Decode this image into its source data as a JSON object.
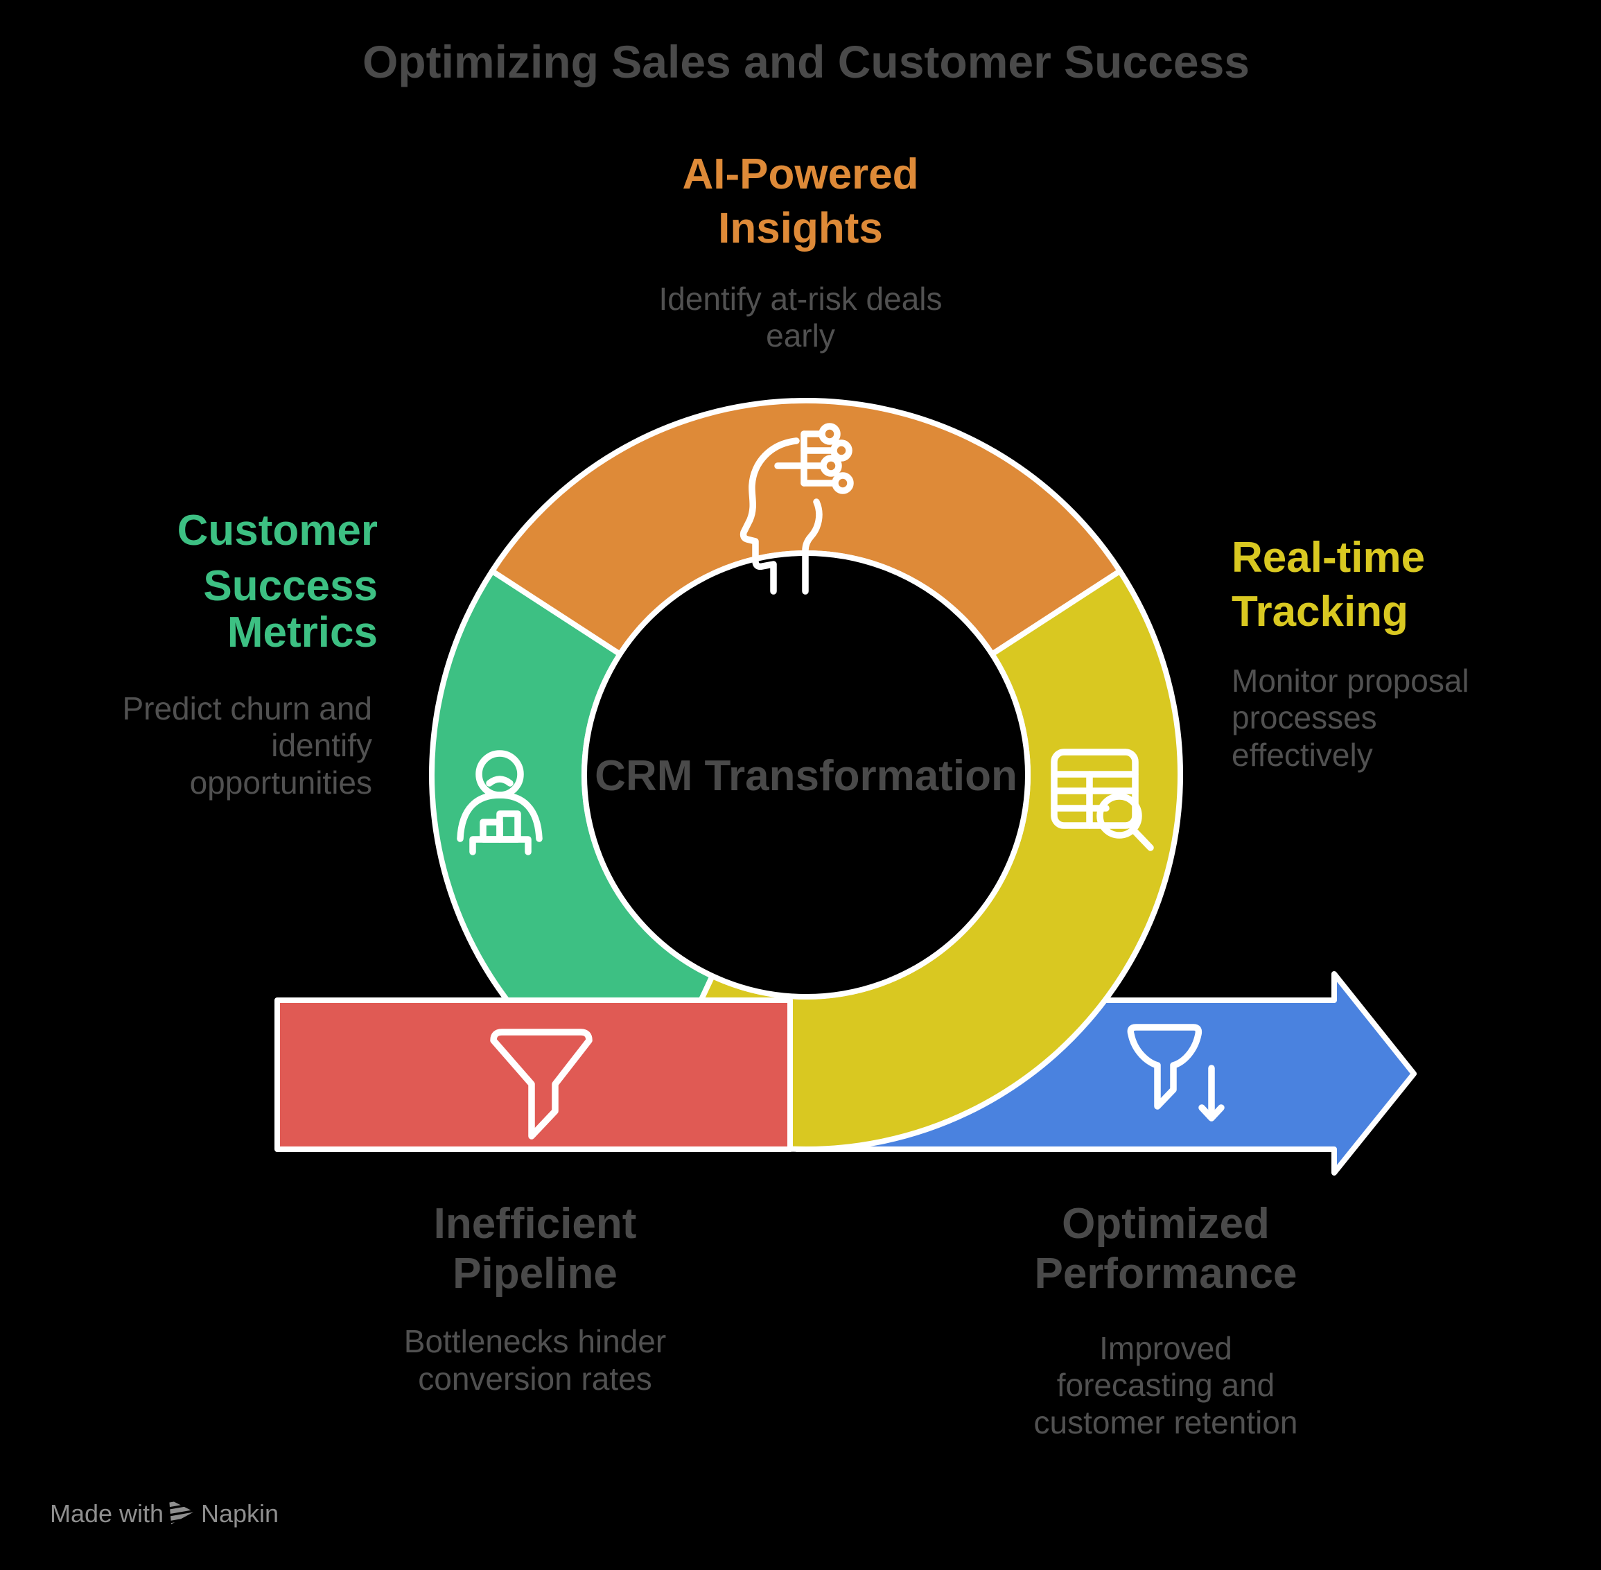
{
  "title": "Optimizing Sales and Customer Success",
  "center_label": "CRM Transformation",
  "colors": {
    "background": "#000000",
    "white": "#FFFFFF",
    "orange": "#DE8A38",
    "green": "#3DC083",
    "yellow": "#D9C821",
    "red": "#E05A54",
    "blue": "#4A82DF",
    "heading_gray": "#4A4A4A",
    "body_gray": "#515151",
    "footer_gray": "#8F8F8F"
  },
  "sections": {
    "ai": {
      "title_lines": [
        "AI-Powered",
        "Insights"
      ],
      "desc_lines": [
        "Identify at-risk deals",
        "early"
      ],
      "icon": "ai-head-circuit-icon"
    },
    "customer": {
      "title_lines": [
        "Customer",
        "Success",
        "Metrics"
      ],
      "desc_lines": [
        "Predict churn and",
        "identify",
        "opportunities"
      ],
      "icon": "person-chart-icon"
    },
    "realtime": {
      "title_lines": [
        "Real-time",
        "Tracking"
      ],
      "desc_lines": [
        "Monitor proposal",
        "processes",
        "effectively"
      ],
      "icon": "table-magnifier-icon"
    },
    "inefficient": {
      "title_lines": [
        "Inefficient",
        "Pipeline"
      ],
      "desc_lines": [
        "Bottlenecks hinder",
        "conversion rates"
      ],
      "icon": "funnel-icon"
    },
    "optimized": {
      "title_lines": [
        "Optimized",
        "Performance"
      ],
      "desc_lines": [
        "Improved",
        "forecasting and",
        "customer retention"
      ],
      "icon": "funnel-down-arrow-icon"
    }
  },
  "footer": {
    "made_with": "Made with",
    "brand": "Napkin"
  }
}
